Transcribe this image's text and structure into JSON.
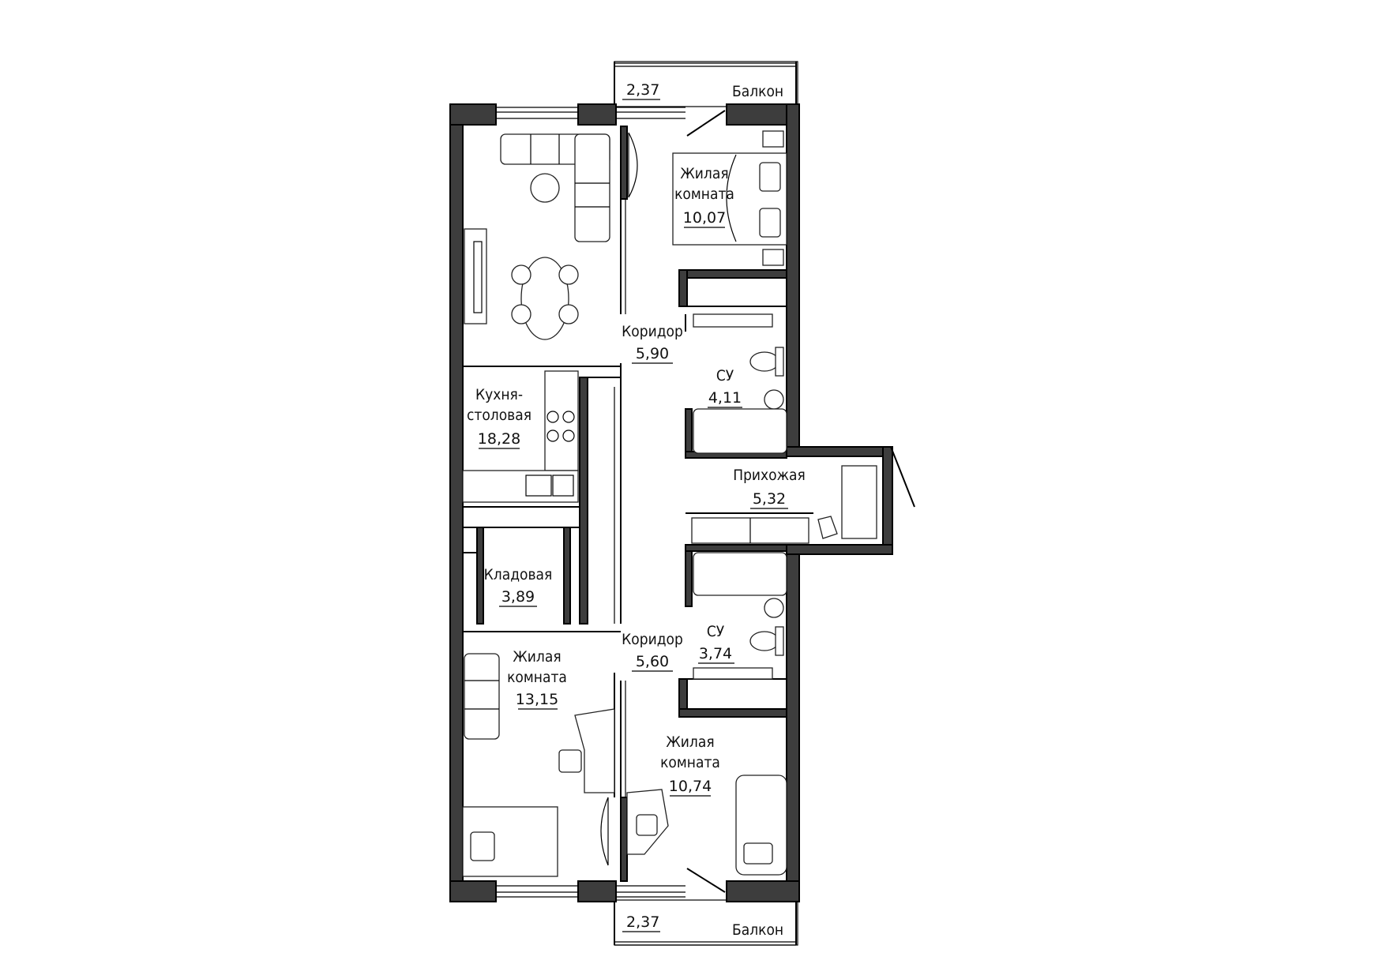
{
  "rooms": [
    {
      "id": "balcony-top",
      "name": "Балкон",
      "area": "2,37"
    },
    {
      "id": "bedroom-1",
      "name_line1": "Жилая",
      "name_line2": "комната",
      "area": "10,07"
    },
    {
      "id": "corridor-1",
      "name": "Коридор",
      "area": "5,90"
    },
    {
      "id": "bathroom-1",
      "name": "СУ",
      "area": "4,11"
    },
    {
      "id": "kitchen",
      "name_line1": "Кухня-",
      "name_line2": "столовая",
      "area": "18,28"
    },
    {
      "id": "hallway",
      "name": "Прихожая",
      "area": "5,32"
    },
    {
      "id": "storage",
      "name": "Кладовая",
      "area": "3,89"
    },
    {
      "id": "corridor-2",
      "name": "Коридор",
      "area": "5,60"
    },
    {
      "id": "bathroom-2",
      "name": "СУ",
      "area": "3,74"
    },
    {
      "id": "bedroom-2",
      "name_line1": "Жилая",
      "name_line2": "комната",
      "area": "13,15"
    },
    {
      "id": "bedroom-3",
      "name_line1": "Жилая",
      "name_line2": "комната",
      "area": "10,74"
    },
    {
      "id": "balcony-bottom",
      "name": "Балкон",
      "area": "2,37"
    }
  ],
  "colors": {
    "wall": "#3d3d3d",
    "line": "#000000",
    "background": "#ffffff"
  }
}
